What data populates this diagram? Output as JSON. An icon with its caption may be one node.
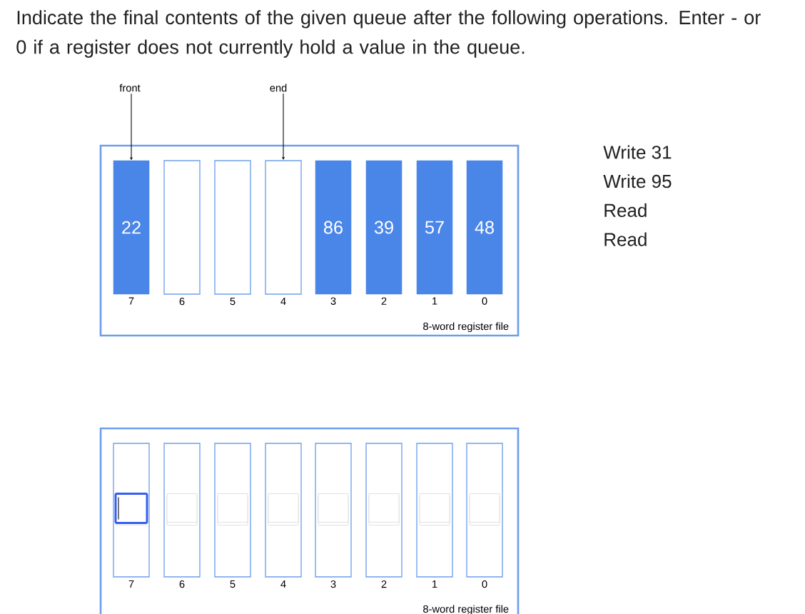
{
  "diagram": {
    "title": "Indicate the final contents of the given queue after the following operations. Enter - or 0 if a register does not currently hold a value in the queue.",
    "nodes": [
      {
        "text": [
          "8-word register file"
        ]
      },
      {
        "text": [
          "22"
        ],
        "in": 0,
        "beside": [
          "7"
        ]
      },
      {
        "text": [],
        "shape": "box",
        "in": 0,
        "beside": [
          "6"
        ]
      },
      {
        "text": [],
        "shape": "box",
        "in": 0,
        "beside": [
          "5"
        ]
      },
      {
        "text": [],
        "shape": "box",
        "in": 0,
        "beside": [
          "4"
        ]
      },
      {
        "text": [
          "86"
        ],
        "in": 0,
        "beside": [
          "3"
        ]
      },
      {
        "text": [
          "39"
        ],
        "in": 0,
        "beside": [
          "2"
        ]
      },
      {
        "text": [
          "57"
        ],
        "in": 0,
        "beside": [
          "1"
        ]
      },
      {
        "text": [
          "48"
        ],
        "in": 0,
        "beside": [
          "0"
        ]
      },
      {
        "text": [
          "front"
        ]
      },
      {
        "text": [
          "end"
        ]
      },
      {
        "text": [
          "8-word register file"
        ]
      },
      {
        "text": [],
        "shape": "box",
        "in": 11,
        "beside": [
          "7"
        ]
      },
      {
        "text": [],
        "shape": "box",
        "in": 11,
        "beside": [
          "6"
        ]
      },
      {
        "text": [],
        "shape": "box",
        "in": 11,
        "beside": [
          "5"
        ]
      },
      {
        "text": [],
        "shape": "box",
        "in": 11,
        "beside": [
          "4"
        ]
      },
      {
        "text": [],
        "shape": "box",
        "in": 11,
        "beside": [
          "3"
        ]
      },
      {
        "text": [],
        "shape": "box",
        "in": 11,
        "beside": [
          "2"
        ]
      },
      {
        "text": [],
        "shape": "box",
        "in": 11,
        "beside": [
          "1"
        ]
      },
      {
        "text": [],
        "shape": "box",
        "in": 11,
        "beside": [
          "0"
        ]
      }
    ],
    "edges": [
      {
        "from": 9,
        "to": 1,
        "arrow": "to"
      },
      {
        "from": 10,
        "to": 4,
        "arrow": "to"
      }
    ],
    "labels": [
      "Write 31",
      "Write 95",
      "Read",
      "Read"
    ]
  }
}
